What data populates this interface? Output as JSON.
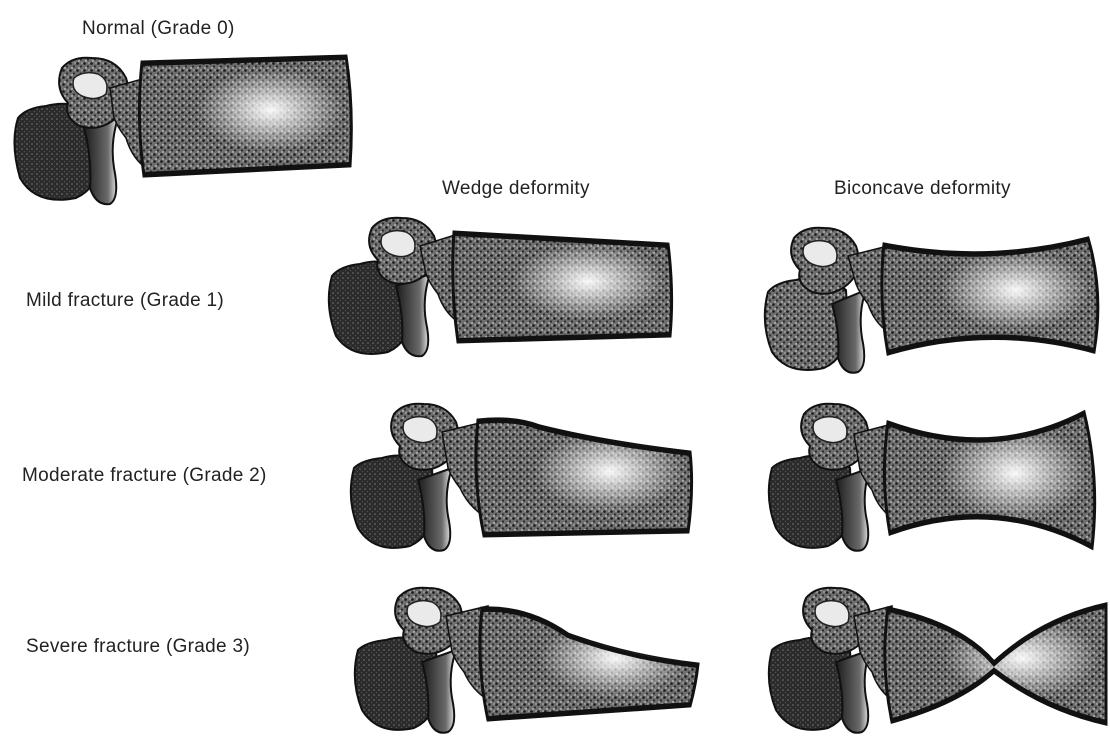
{
  "figure": {
    "normal_label": "Normal (Grade 0)",
    "columns": [
      {
        "label": "Wedge deformity"
      },
      {
        "label": "Biconcave deformity"
      }
    ],
    "rows": [
      {
        "label": "Mild fracture (Grade 1)"
      },
      {
        "label": "Moderate fracture (Grade 2)"
      },
      {
        "label": "Severe fracture (Grade 3)"
      }
    ],
    "illustrations": [
      {
        "name": "normal-vertebra",
        "grade": 0,
        "type": "normal"
      },
      {
        "name": "wedge-grade-1",
        "grade": 1,
        "type": "wedge"
      },
      {
        "name": "biconcave-grade-1",
        "grade": 1,
        "type": "biconcave"
      },
      {
        "name": "wedge-grade-2",
        "grade": 2,
        "type": "wedge"
      },
      {
        "name": "biconcave-grade-2",
        "grade": 2,
        "type": "biconcave"
      },
      {
        "name": "wedge-grade-3",
        "grade": 3,
        "type": "wedge"
      },
      {
        "name": "biconcave-grade-3",
        "grade": 3,
        "type": "biconcave"
      }
    ],
    "colors": {
      "ink": "#1c1c1c",
      "stipple": "#3a3a3a",
      "bone_light": "#f4f4f4"
    }
  }
}
